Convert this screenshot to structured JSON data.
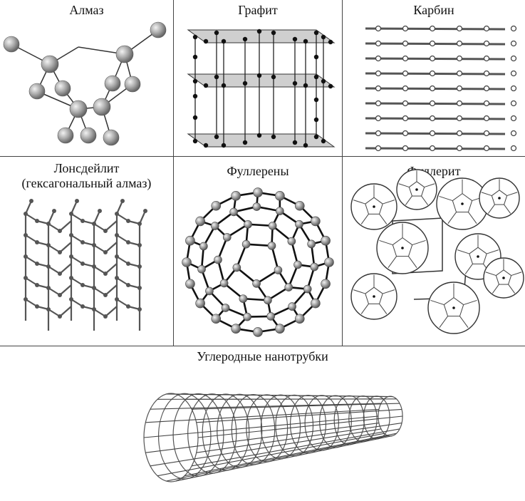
{
  "panels": {
    "diamond": {
      "label": "Алмаз"
    },
    "graphite": {
      "label": "Графит"
    },
    "carbyne": {
      "label": "Карбин"
    },
    "lonsdaleite": {
      "label_line1": "Лонсдейлит",
      "label_line2": "(гексагональный алмаз)"
    },
    "fullerenes": {
      "label": "Фуллерены"
    },
    "fullerite": {
      "label": "Фуллерит"
    },
    "nanotubes": {
      "label": "Углеродные нанотрубки"
    }
  },
  "colors": {
    "atom_fill": "#a9a9a9",
    "bond": "#333333",
    "border": "#444444",
    "layer_fill": "#cfcfcf"
  }
}
